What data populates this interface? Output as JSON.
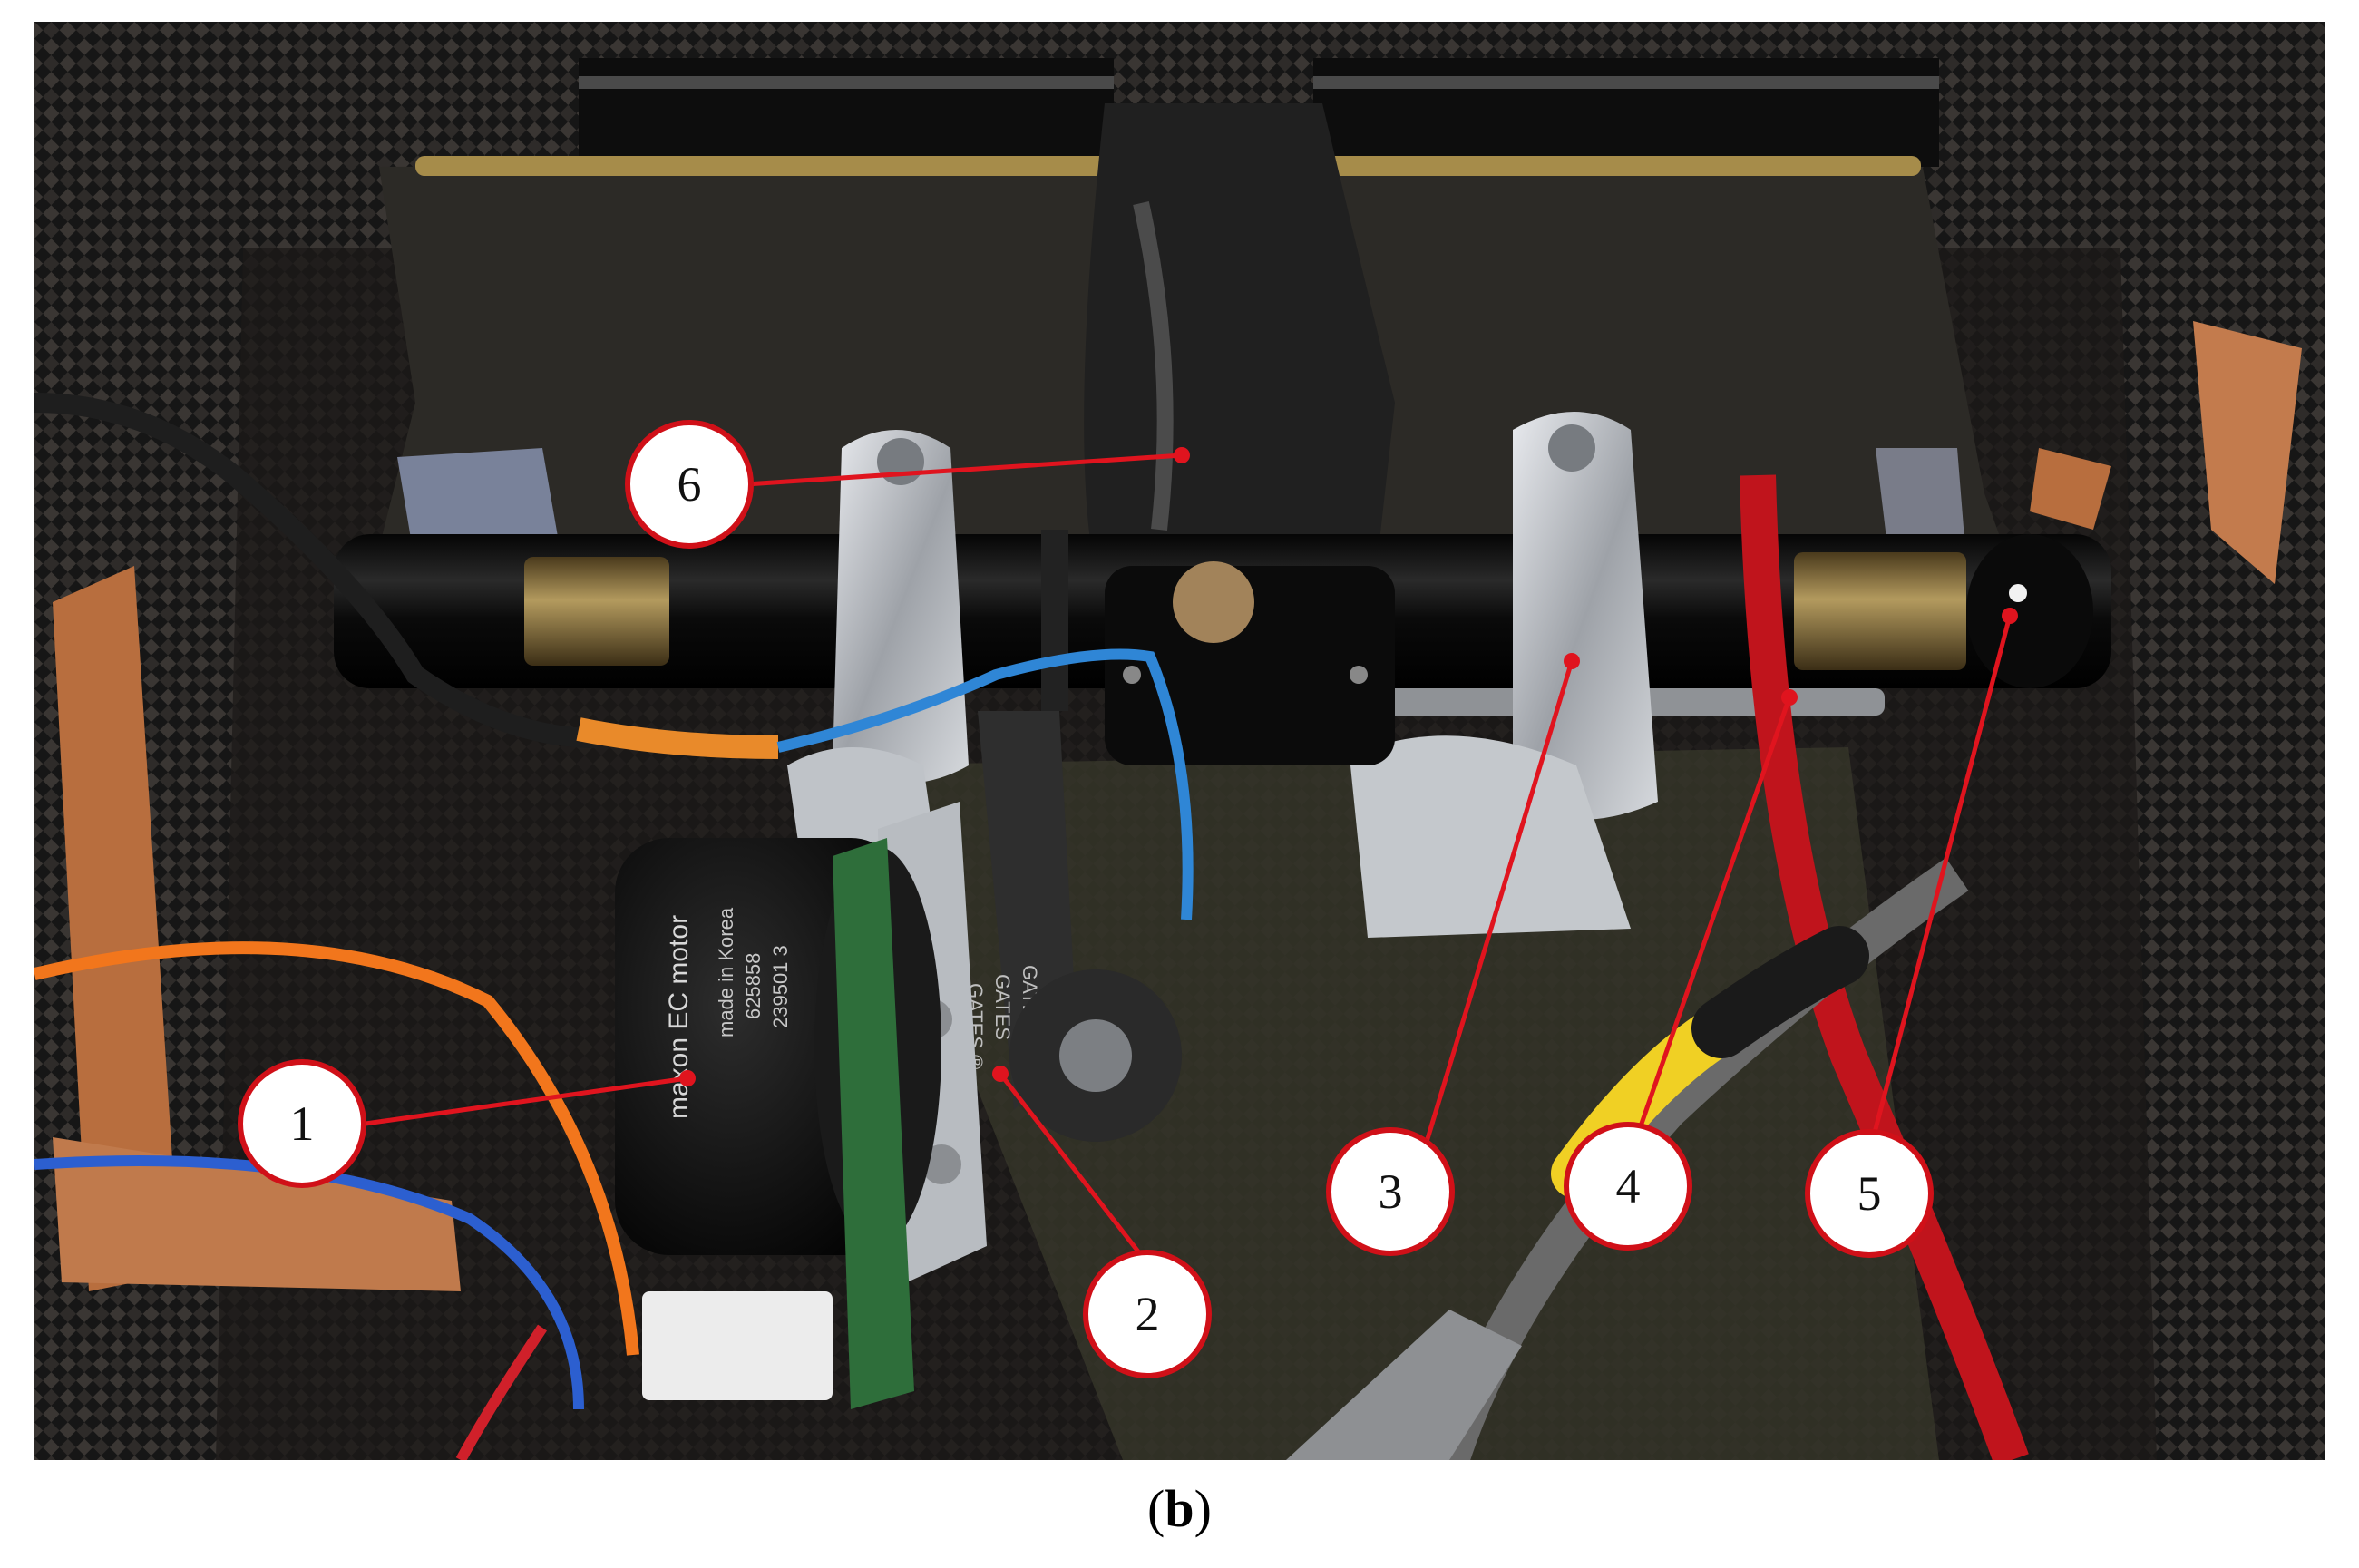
{
  "photo": {
    "description_layer": "mechanical assembly photo",
    "callouts": [
      {
        "id": "1",
        "label": "1"
      },
      {
        "id": "2",
        "label": "2"
      },
      {
        "id": "3",
        "label": "3"
      },
      {
        "id": "4",
        "label": "4"
      },
      {
        "id": "5",
        "label": "5"
      },
      {
        "id": "6",
        "label": "6"
      }
    ],
    "motor_text": {
      "line1": "maxon EC motor",
      "line2": "made in Korea",
      "line3": "625858",
      "line4": "239501 3"
    },
    "belt_text": {
      "line1": "GATES",
      "line2": "GATES",
      "line3": "GATES ®"
    },
    "colors": {
      "callout_line": "#e0141e",
      "callout_border": "#d01018",
      "carbon_dark": "#1a1a1a",
      "copper_tape": "#c87a4a",
      "aluminum": "#c9ccd1"
    }
  },
  "caption": {
    "open": "(",
    "letter": "b",
    "close": ")"
  }
}
